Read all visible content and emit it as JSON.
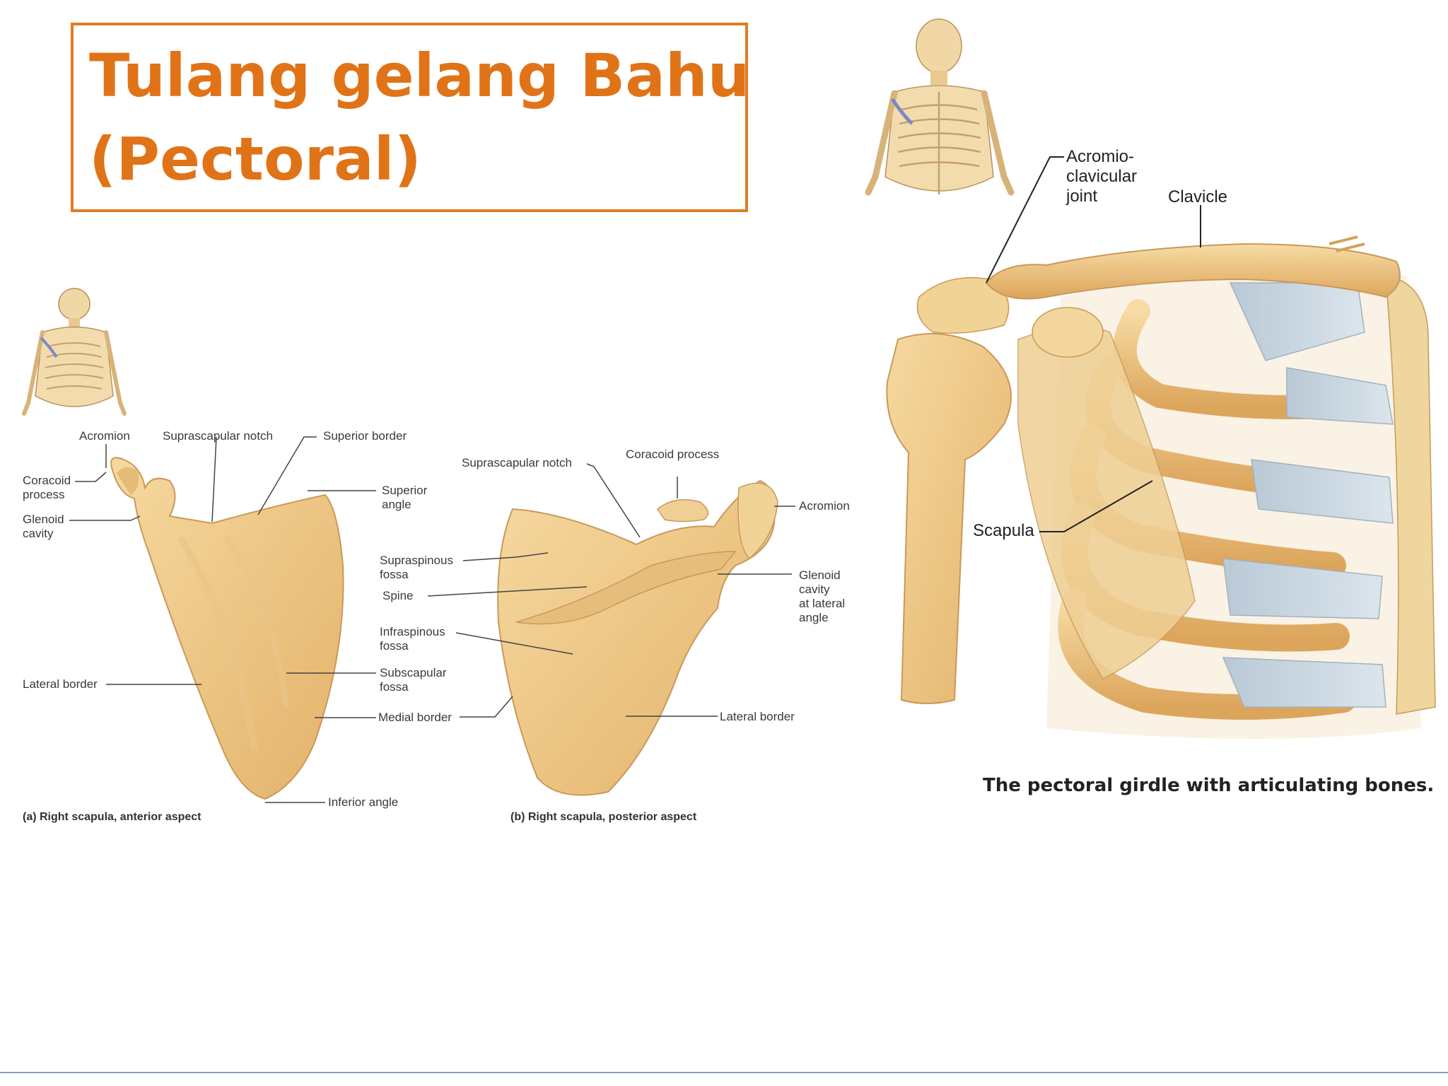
{
  "title": {
    "line1": "Tulang gelang Bahu",
    "line2": "(Pectoral)"
  },
  "figure_a": {
    "caption": "(a) Right scapula, anterior aspect",
    "labels": {
      "acromion": "Acromion",
      "suprascapular_notch": "Suprascapular notch",
      "superior_border": "Superior border",
      "coracoid_process": "Coracoid\nprocess",
      "glenoid_cavity": "Glenoid\ncavity",
      "superior_angle": "Superior\nangle",
      "lateral_border": "Lateral border",
      "subscapular_fossa": "Subscapular\nfossa",
      "medial_border": "Medial border",
      "inferior_angle": "Inferior angle"
    }
  },
  "figure_b": {
    "caption": "(b) Right scapula, posterior aspect",
    "labels": {
      "suprascapular_notch": "Suprascapular notch",
      "coracoid_process": "Coracoid process",
      "acromion": "Acromion",
      "supraspinous_fossa": "Supraspinous\nfossa",
      "spine": "Spine",
      "glenoid_cavity": "Glenoid\ncavity\nat lateral\nangle",
      "infraspinous_fossa": "Infraspinous\nfossa",
      "lateral_border": "Lateral border"
    }
  },
  "figure_c": {
    "caption": "The pectoral girdle with articulating bones.",
    "labels": {
      "acromioclavicular_joint": "Acromio-\nclavicular\njoint",
      "clavicle": "Clavicle",
      "scapula": "Scapula"
    }
  },
  "colors": {
    "title": "#e07318",
    "bone": "#f0cc8c",
    "bone_shadow": "#d8a85e",
    "cartilage": "#c9d6df"
  }
}
